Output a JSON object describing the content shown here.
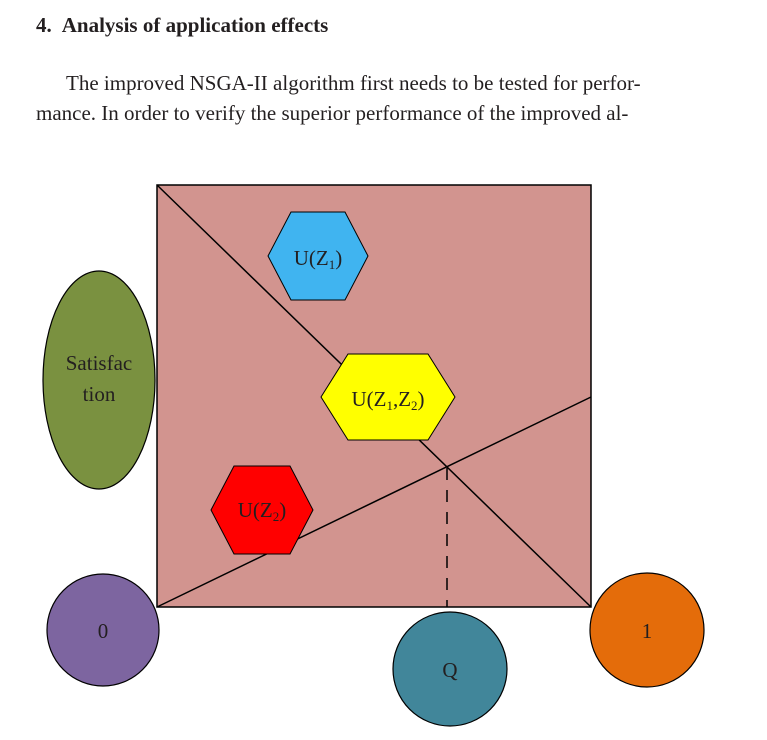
{
  "section": {
    "number": "4.",
    "title": "Analysis of application effects"
  },
  "paragraph": {
    "line1": "The improved NSGA-II algorithm first needs to be tested for perfor-",
    "line2": "mance. In order to verify the superior performance of the improved al-"
  },
  "diagram": {
    "satisfaction_line1": "Satisfac",
    "satisfaction_line2": "tion",
    "u_z1": {
      "u": "U(Z",
      "sub": "1",
      "close": ")"
    },
    "u_z1z2": {
      "u": "U(Z",
      "sub1": "1",
      "mid": ",Z",
      "sub2": "2",
      "close": ")"
    },
    "u_z2": {
      "u": "U(Z",
      "sub": "2",
      "close": ")"
    },
    "zero_label": "0",
    "q_label": "Q",
    "one_label": "1",
    "colors": {
      "square_fill": "#d2948f",
      "satisfaction_fill": "#7a9140",
      "hex_u_z1": "#40b4f0",
      "hex_u_z1z2": "#ffff00",
      "hex_u_z2": "#ff0000",
      "circle_zero": "#7d65a0",
      "circle_q": "#41869a",
      "circle_one": "#e46c0a"
    }
  }
}
